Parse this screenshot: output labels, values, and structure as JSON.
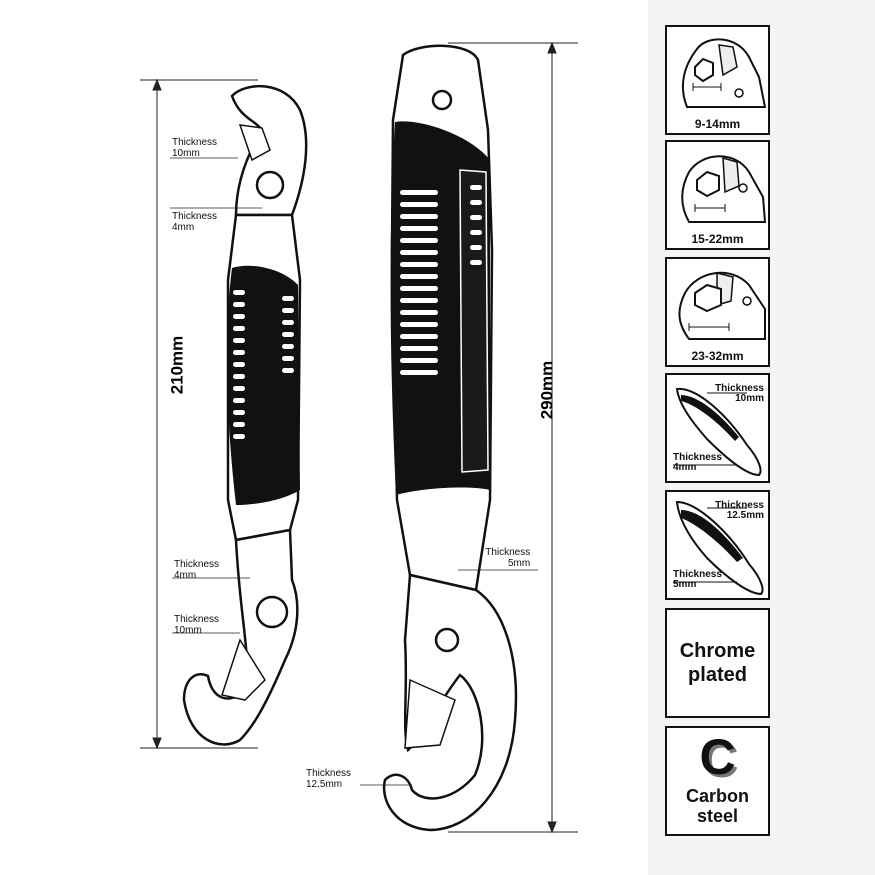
{
  "small_wrench": {
    "length": "210mm",
    "labels": [
      {
        "line1": "Thickness",
        "line2": "10mm"
      },
      {
        "line1": "Thickness",
        "line2": "4mm"
      },
      {
        "line1": "Thickness",
        "line2": "4mm"
      },
      {
        "line1": "Thickness",
        "line2": "10mm"
      }
    ]
  },
  "large_wrench": {
    "length": "290mm",
    "labels": [
      {
        "line1": "Thickness",
        "line2": "5mm"
      },
      {
        "line1": "Thickness",
        "line2": "12.5mm"
      }
    ]
  },
  "side_panel": {
    "ranges": [
      "9-14mm",
      "15-22mm",
      "23-32mm"
    ],
    "thickness_small": [
      {
        "line1": "Thickness",
        "line2": "10mm"
      },
      {
        "line1": "Thickness",
        "line2": "4mm"
      }
    ],
    "thickness_large": [
      {
        "line1": "Thickness",
        "line2": "12.5mm"
      },
      {
        "line1": "Thickness",
        "line2": "5mm"
      }
    ],
    "finish": {
      "line1": "Chrome",
      "line2": "plated"
    },
    "material": {
      "letter": "C",
      "line1": "Carbon",
      "line2": "steel"
    }
  }
}
